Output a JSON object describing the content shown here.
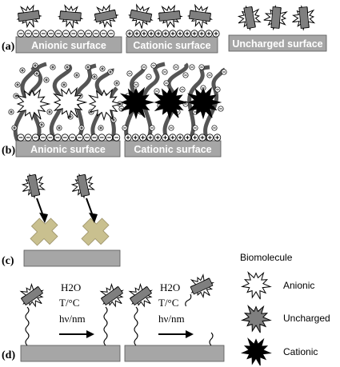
{
  "panels": {
    "a": {
      "label": "(a)",
      "anionic_surface": "Anionic surface",
      "cationic_surface": "Cationic surface",
      "uncharged_surface": "Uncharged surface"
    },
    "b": {
      "label": "(b)",
      "anionic_surface": "Anionic surface",
      "cationic_surface": "Cationic surface"
    },
    "c": {
      "label": "(c)"
    },
    "d": {
      "label": "(d)",
      "step1": {
        "solvent": "H2O",
        "temperature": "T/°C",
        "light": "hν/nm"
      },
      "step2": {
        "solvent": "H2O",
        "temperature": "T/°C",
        "light": "hν/nm"
      }
    }
  },
  "legend": {
    "title": "Biomolecule",
    "anionic": "Anionic",
    "uncharged": "Uncharged",
    "cationic": "Cationic"
  },
  "colors": {
    "surface_fill": "#a6a6a6",
    "uncharged_molecule": "#7f7f7f",
    "cationic_molecule": "#000000",
    "anionic_molecule": "#ffffff",
    "linker": "#c9c08f"
  }
}
